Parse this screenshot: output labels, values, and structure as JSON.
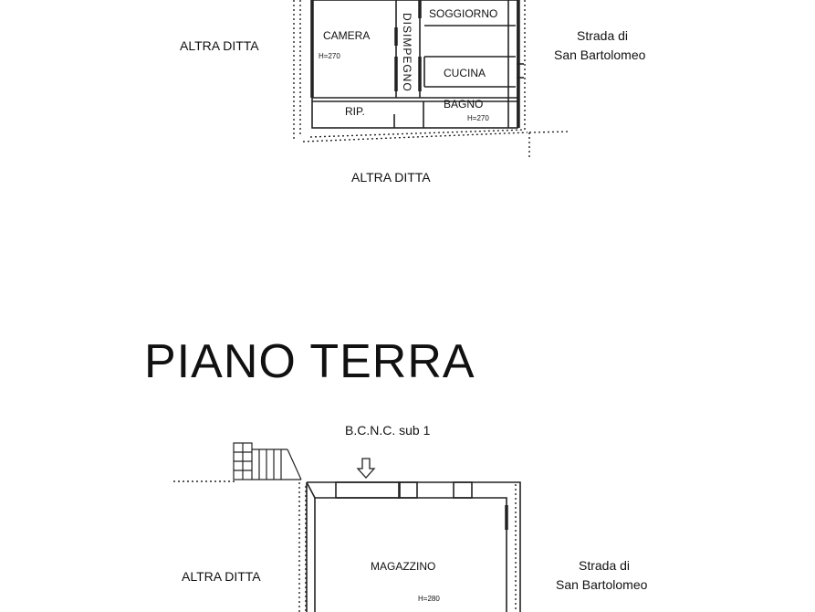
{
  "upper_floor": {
    "rooms": {
      "camera": {
        "label": "CAMERA",
        "height": "H=270"
      },
      "soggiorno": {
        "label": "SOGGIORNO"
      },
      "disimpegno": {
        "label": "DISIMPEGNO"
      },
      "cucina": {
        "label": "CUCINA"
      },
      "rip": {
        "label": "RIP."
      },
      "bagno": {
        "label": "BAGNO",
        "height": "H=270"
      }
    },
    "left_label": "ALTRA DITTA",
    "bottom_label": "ALTRA DITTA",
    "right_label_line1": "Strada di",
    "right_label_line2": "San Bartolomeo"
  },
  "ground_floor": {
    "title": "PIANO TERRA",
    "entrance_label": "B.C.N.C. sub 1",
    "rooms": {
      "magazzino": {
        "label": "MAGAZZINO",
        "height": "H=280"
      }
    },
    "left_label": "ALTRA DITTA",
    "right_label_line1": "Strada di",
    "right_label_line2": "San Bartolomeo"
  }
}
